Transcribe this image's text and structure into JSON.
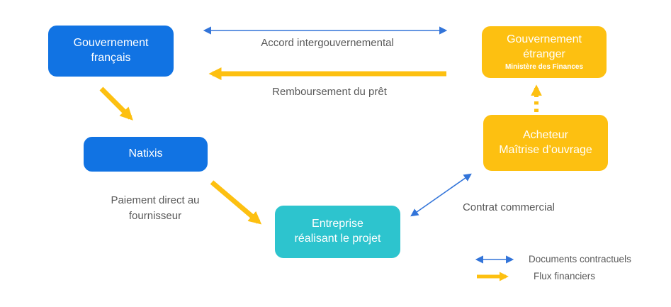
{
  "nodes": {
    "gov_fr": {
      "label": "Gouvernement\nfrançais"
    },
    "gov_et": {
      "label": "Gouvernement\nétranger",
      "sublabel": "Ministère des Finances"
    },
    "natixis": {
      "label": "Natixis"
    },
    "acheteur": {
      "label": "Acheteur\nMaîtrise d’ouvrage"
    },
    "entreprise": {
      "label": "Entreprise\nréalisant le projet"
    }
  },
  "edges": {
    "accord": {
      "label": "Accord intergouvernemental"
    },
    "remboursement": {
      "label": "Remboursement du prêt"
    },
    "paiement": {
      "label": "Paiement direct au\nfournisseur"
    },
    "contrat": {
      "label": "Contrat commercial"
    }
  },
  "legend": {
    "documents": "Documents contractuels",
    "flux": "Flux financiers"
  },
  "colors": {
    "blue": "#1173e3",
    "yellow": "#fdc011",
    "teal": "#2dc4ce",
    "arrow_blue": "#3274d9",
    "text_gray": "#595959"
  }
}
